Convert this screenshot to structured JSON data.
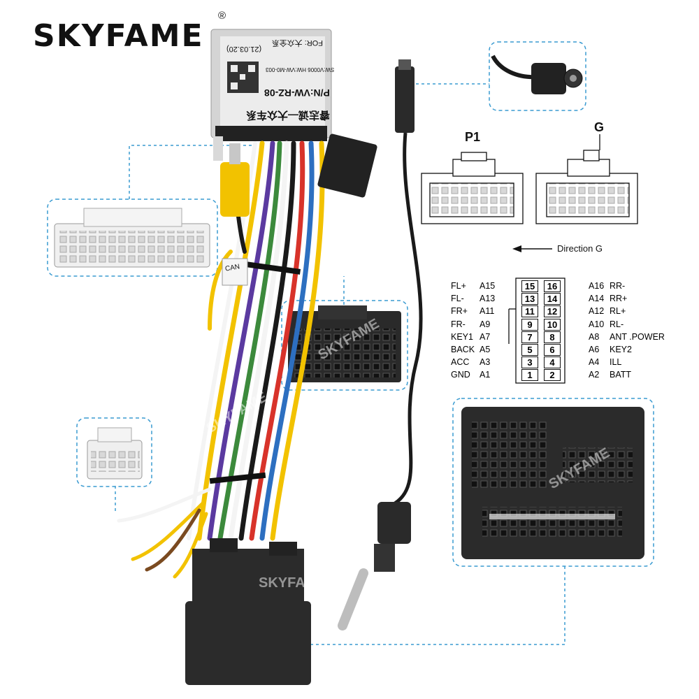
{
  "brand": {
    "name": "SKYFAME",
    "registered_mark": "®"
  },
  "colors": {
    "dash_line": "#3a9bd1",
    "connector_white": "#eeeeee",
    "connector_black": "#2b2b2b",
    "wire_yellow": "#f2c200",
    "wire_purple": "#5b3aa0",
    "wire_green": "#3c8a3c",
    "wire_red": "#d8332a",
    "wire_brown": "#7a4a20",
    "wire_blue": "#2d6fc0",
    "wire_white": "#f4f4f4",
    "wire_black": "#1a1a1a"
  },
  "module": {
    "pn": "P/N:VW-RZ-08",
    "sw_hw": "SW:V0006  HW:VW-M0-003",
    "for": "FOR: 大众全系",
    "date": "(21.03.20)",
    "brand_cn": "睿志诚—大众车系"
  },
  "labels": {
    "p1": "P1",
    "g": "G",
    "direction": "Direction G",
    "can_label": "CAN"
  },
  "pinout": {
    "left": [
      {
        "signal": "FL+",
        "pin": "A15",
        "num": "15"
      },
      {
        "signal": "FL-",
        "pin": "A13",
        "num": "13"
      },
      {
        "signal": "FR+",
        "pin": "A11",
        "num": "11"
      },
      {
        "signal": "FR-",
        "pin": "A9",
        "num": "9"
      },
      {
        "signal": "KEY1",
        "pin": "A7",
        "num": "7"
      },
      {
        "signal": "BACK",
        "pin": "A5",
        "num": "5"
      },
      {
        "signal": "ACC",
        "pin": "A3",
        "num": "3"
      },
      {
        "signal": "GND",
        "pin": "A1",
        "num": "1"
      }
    ],
    "right": [
      {
        "signal": "RR-",
        "pin": "A16",
        "num": "16"
      },
      {
        "signal": "RR+",
        "pin": "A14",
        "num": "14"
      },
      {
        "signal": "RL+",
        "pin": "A12",
        "num": "12"
      },
      {
        "signal": "RL-",
        "pin": "A10",
        "num": "10"
      },
      {
        "signal": "ANT .POWER",
        "pin": "A8",
        "num": "8"
      },
      {
        "signal": "KEY2",
        "pin": "A6",
        "num": "6"
      },
      {
        "signal": "ILL",
        "pin": "A4",
        "num": "4"
      },
      {
        "signal": "BATT",
        "pin": "A2",
        "num": "2"
      }
    ]
  },
  "watermark": "SKYFAME"
}
